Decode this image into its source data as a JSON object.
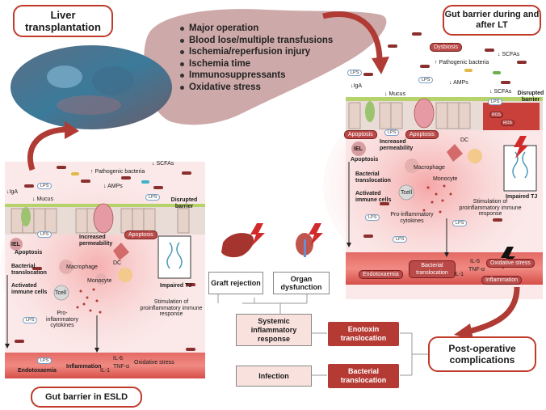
{
  "titles": {
    "liver_transplantation": "Liver transplantation",
    "gut_barrier_during_after": "Gut barrier during and after LT",
    "gut_barrier_esld": "Gut barrier in ESLD",
    "post_op_complications": "Post-operative complications"
  },
  "risk_factors": [
    "Major operation",
    "Blood lose/multiple transfusions",
    "Ischemia/reperfusion injury",
    "Ischemia time",
    "Immunosuppressants",
    "Oxidative stress"
  ],
  "esld_panel": {
    "scfas": "SCFAs",
    "pathogenic_bacteria": "Pathogenic bacteria",
    "iga": "IgA",
    "mucus": "Mucus",
    "amps": "AMPs",
    "lps_labels": [
      "LPS",
      "LPS",
      "LPS",
      "LPS",
      "LPS"
    ],
    "disrupted_barrier": "Disrupted barrier",
    "apoptosis_chip": "Apoptosis",
    "iel": "IEL",
    "apoptosis": "Apoptosis",
    "increased_permeability": "Increased permeability",
    "dc": "DC",
    "macrophage": "Macrophage",
    "monocyte": "Monocyte",
    "tcell": "Tcell",
    "bacterial_translocation": "Bacterial translocation",
    "activated_immune_cells": "Activated immune cells",
    "pro_inflammatory": "Pro-inflammatory cytokines",
    "stimulation": "Stimulation of proinflammatory immune response",
    "impaired_tj": "Impaired TJ",
    "endotoxaemia": "Endotoxaemia",
    "inflammation": "Inflammation",
    "il6": "IL-6",
    "tnf": "TNF-α",
    "il1": "IL-1",
    "oxidative_stress": "Oxidative stress"
  },
  "lt_panel": {
    "dysbiosis": "Dysbiosis",
    "pathogenic_bacteria": "Pathogenic bacteria",
    "scfas": "SCFAs",
    "iga": "IgA",
    "mucus": "Mucus",
    "amps": "AMPs",
    "scfas2": "SCFAs",
    "lps_labels": [
      "LPS",
      "LPS",
      "LPS",
      "LPS",
      "LPS",
      "LPS",
      "LPS"
    ],
    "disrupted_barrier": "Disrupted barrier",
    "apoptosis_chip_1": "Apoptosis",
    "apoptosis_chip_2": "Apoptosis",
    "ros_1": "ROS",
    "ros_2": "ROS",
    "iel": "IEL",
    "apoptosis": "Apoptosis",
    "increased_permeability": "Increased permeability",
    "dc": "DC",
    "macrophage": "Macrophage",
    "monocyte": "Monocyte",
    "tcell": "Tcell",
    "bacterial_translocation": "Bacterial translocation",
    "activated_immune_cells": "Activated immune cells",
    "pro_inflammatory": "Pro-inflammatory cytokines",
    "stimulation": "Stimulation of proinflammatory immune response",
    "impaired_tj": "Impaired TJ",
    "endotoxaemia": "Endotoxaemia",
    "bacterial_translocation_chip": "Bacterial translocation",
    "il6": "IL-6",
    "tnf": "TNF-α",
    "il1": "IL-1",
    "oxidative_stress": "Oxidative stress",
    "inflammation": "Inflammation"
  },
  "flow": {
    "graft_rejection": "Graft rejection",
    "organ_dysfunction": "Organ dysfunction",
    "systemic_inflammatory_response": "Systemic inflammatory response",
    "infection": "Infection",
    "enotoxin_translocation": "Enotoxin translocation",
    "bacterial_translocation": "Bacterial translocation"
  },
  "colors": {
    "accent_red": "#c0392b",
    "chip_red": "#b94a48",
    "liver_pink": "#c69a9a",
    "gut_pink": "#f6d4d4",
    "vessel_red": "#d9534f",
    "mucus_green": "#b5d36a"
  },
  "icons": [
    "curved-arrow-icon",
    "lightning-icon",
    "liver-icon",
    "kidney-icon",
    "bacterium-icon"
  ]
}
